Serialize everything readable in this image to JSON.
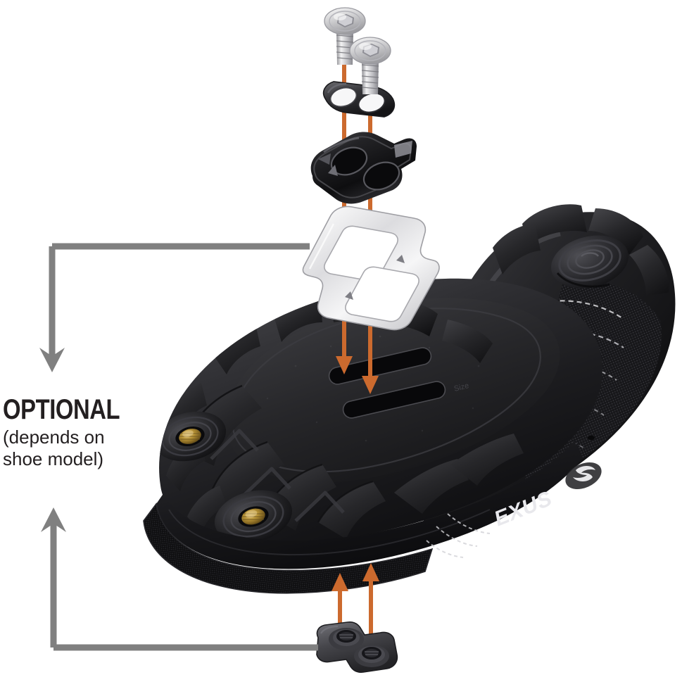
{
  "diagram": {
    "type": "exploded-assembly",
    "subject": "MTB cycling shoe cleat mounting (SPD 2-bolt)",
    "background_color": "#ffffff",
    "accent_color": "#cc6a2e",
    "guide_color": "#808080",
    "text_color": "#231f20"
  },
  "callout": {
    "title": "OPTIONAL",
    "line1": "(depends on",
    "line2": "shoe model)"
  },
  "parts": [
    {
      "id": "bolt-left",
      "name": "Hex socket countersunk bolt (left)",
      "color": "#c9c9c9"
    },
    {
      "id": "bolt-right",
      "name": "Hex socket countersunk bolt (right)",
      "color": "#c9c9c9"
    },
    {
      "id": "washer-plate",
      "name": "Two-hole cleat washer plate",
      "color": "#3a3a3c"
    },
    {
      "id": "cleat",
      "name": "SPD cleat",
      "color": "#1b1b1d"
    },
    {
      "id": "shim-plate",
      "name": "Stainless steel shim / spacer plate",
      "color": "#e4e4e6"
    },
    {
      "id": "shoe",
      "name": "Cycling shoe with rubber tread sole",
      "color": "#2b2b2d"
    },
    {
      "id": "tnut-plate",
      "name": "Threaded T-nut backing plate",
      "color": "#4a4a4c"
    }
  ],
  "markers": {
    "orange_arrow_count_down": 2,
    "orange_arrow_count_up": 2,
    "gray_guide_count": 2,
    "gray_guide_top_direction": "down",
    "gray_guide_bottom_direction": "up"
  },
  "shoe": {
    "brand_text": "EXUS",
    "threaded_insert_count": 2,
    "cleat_slot_count": 2,
    "insert_color": "#a9842f"
  }
}
